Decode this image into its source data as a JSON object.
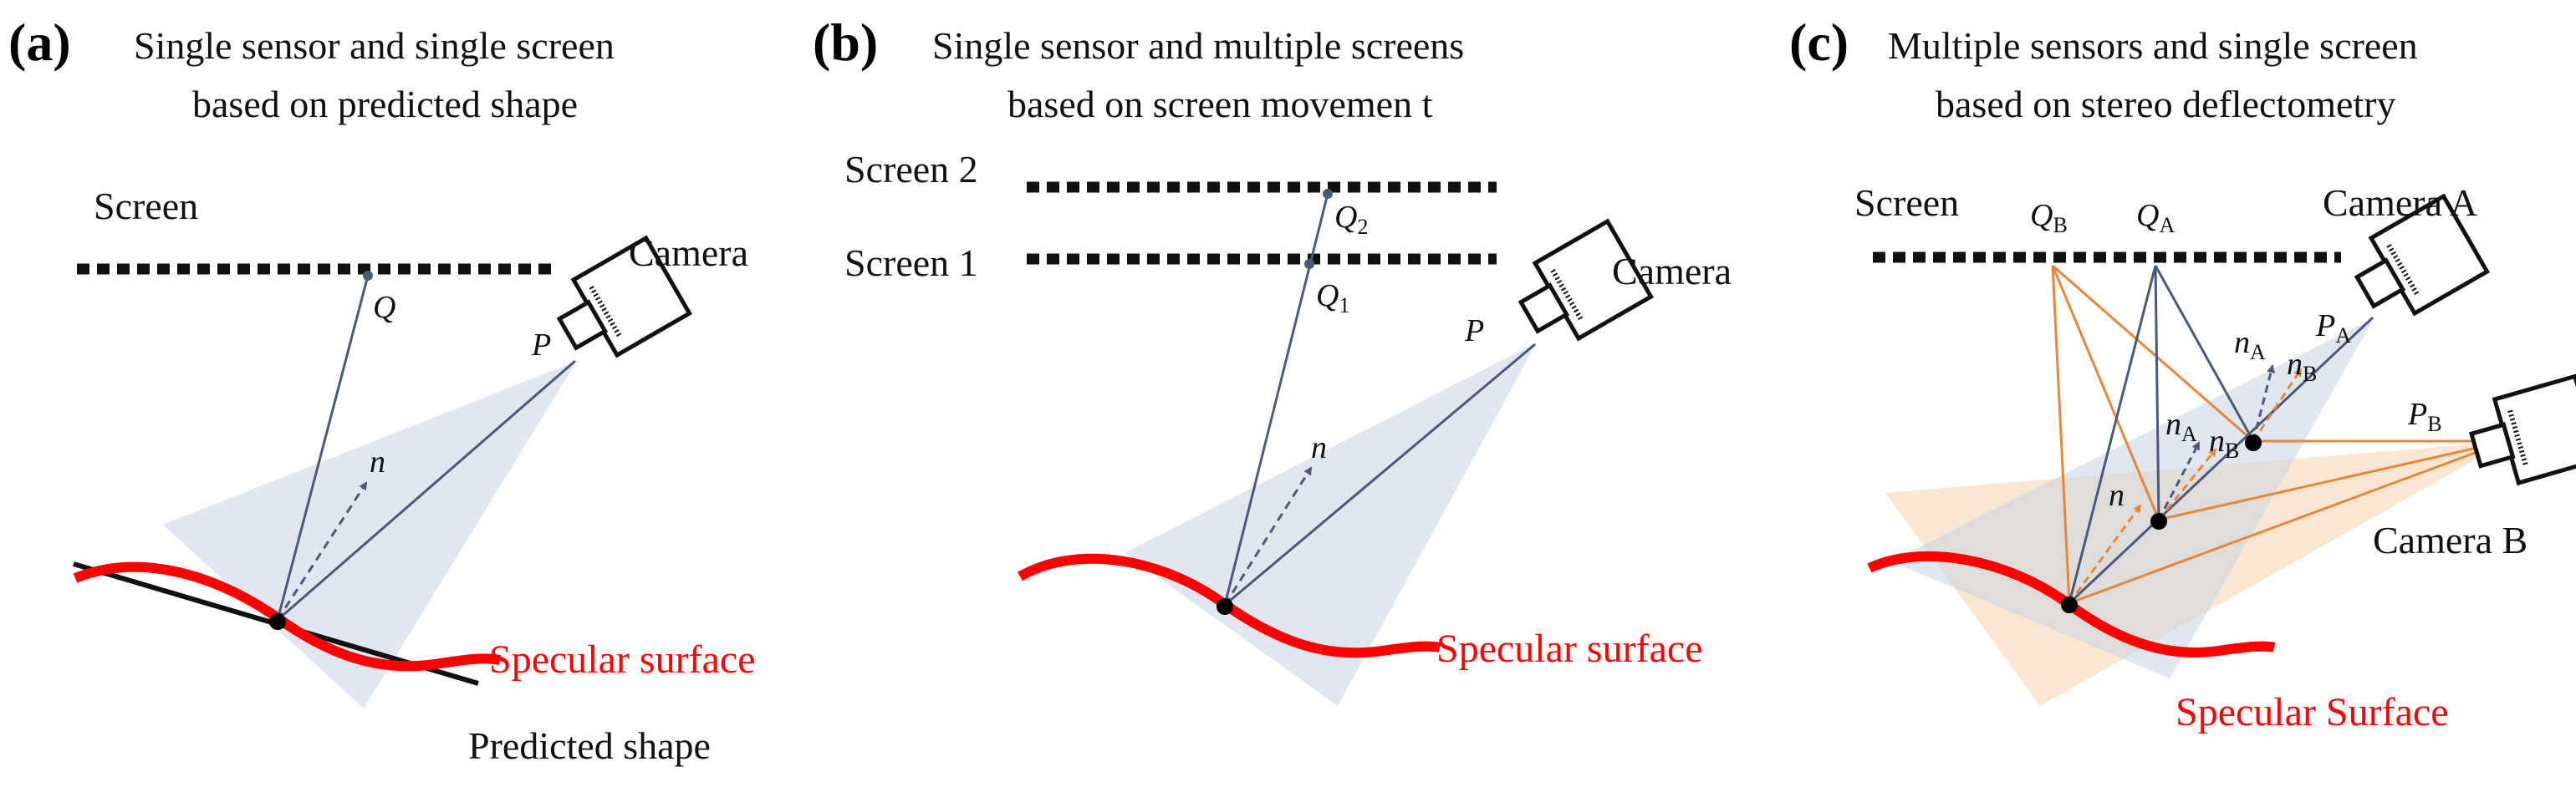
{
  "panels": {
    "a": {
      "letter": "(a)",
      "title_line1": "Single sensor and single screen",
      "title_line2": "based on predicted shape",
      "screen_label": "Screen",
      "camera_label": "Camera",
      "point_q": "Q",
      "point_p": "P",
      "normal_n": "n",
      "surface_label": "Specular surface",
      "predicted_label": "Predicted shape"
    },
    "b": {
      "letter": "(b)",
      "title_line1": "Single sensor and multiple screens",
      "title_line2": "based on screen movemen t",
      "screen2_label": "Screen 2",
      "screen1_label": "Screen 1",
      "camera_label": "Camera",
      "point_q": "Q",
      "sub_q2": "2",
      "sub_q1": "1",
      "point_p": "P",
      "normal_n": "n",
      "surface_label": "Specular surface"
    },
    "c": {
      "letter": "(c)",
      "title_line1": "Multiple sensors and single screen",
      "title_line2": "based on stereo deflectometry",
      "screen_label": "Screen",
      "camera_a_label": "Camera A",
      "camera_b_label": "Camera B",
      "point_q": "Q",
      "point_p": "P",
      "normal_n": "n",
      "sub_a": "A",
      "sub_b": "B",
      "surface_label": "Specular Surface"
    }
  },
  "colors": {
    "surface": "#ff0000",
    "ray": "#4a5a78",
    "ray_b": "#e8863a",
    "cone": "#c9d3e3",
    "cone_b": "#f6cfa5"
  }
}
